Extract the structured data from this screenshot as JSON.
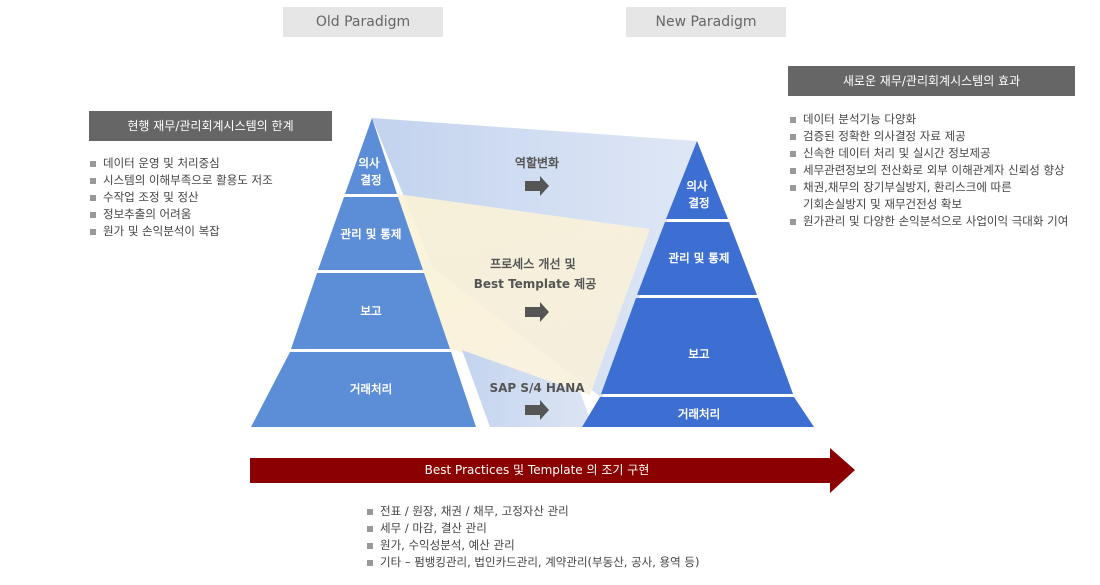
{
  "paradigms": {
    "old": "Old Paradigm",
    "new": "New Paradigm"
  },
  "left_panel": {
    "title": "현행 재무/관리회계시스템의 한계",
    "items": [
      "데이터 운영 및 처리중심",
      "시스템의 이해부족으로 활용도 저조",
      "수작업 조정 및 정산",
      "정보추출의 어려움",
      "원가 및 손익분석이 복잡"
    ]
  },
  "right_panel": {
    "title": "새로운 재무/관리회계시스템의 효과",
    "items": [
      "데이터 분석기능 다양화",
      "검증된 정확한 의사결정 자료 제공",
      "신속한 데이터 처리 및 실시간 정보제공",
      "세무관련정보의 전산화로 외부 이해관계자 신뢰성 향상",
      "채권,채무의 장기부실방지, 환리스크에 따른",
      "기회손실방지 및 재무건전성 확보",
      "원가관리 및 다양한 손익분석으로 사업이익 극대화 기여"
    ]
  },
  "old_pyramid": {
    "layers": [
      {
        "line1": "의사",
        "line2": "결정"
      },
      {
        "line1": "관리 및 통제",
        "line2": ""
      },
      {
        "line1": "보고",
        "line2": ""
      },
      {
        "line1": "거래처리",
        "line2": ""
      }
    ],
    "color": "#5b8ed6"
  },
  "new_pyramid": {
    "layers": [
      {
        "line1": "의사",
        "line2": "결정"
      },
      {
        "line1": "관리 및 통제",
        "line2": ""
      },
      {
        "line1": "보고",
        "line2": ""
      },
      {
        "line1": "거래처리",
        "line2": ""
      }
    ],
    "color": "#3c6fd1"
  },
  "transitions": [
    {
      "line1": "역할변화",
      "line2": ""
    },
    {
      "line1": "프로세스 개선 및",
      "line2": "Best Template 제공"
    },
    {
      "line1": "SAP S/4 HANA",
      "line2": ""
    }
  ],
  "banner": {
    "label": "Best Practices 및 Template 의 조기 구현",
    "color": "#8b0000"
  },
  "bottom_items": [
    "전표 / 원장, 채권 / 채무, 고정자산 관리",
    "세무 / 마감,  결산 관리",
    "원가, 수익성분석,  예산 관리",
    "기타 – 펌뱅킹관리, 법인카드관리, 계약관리(부동산, 공사, 용역 등)"
  ]
}
